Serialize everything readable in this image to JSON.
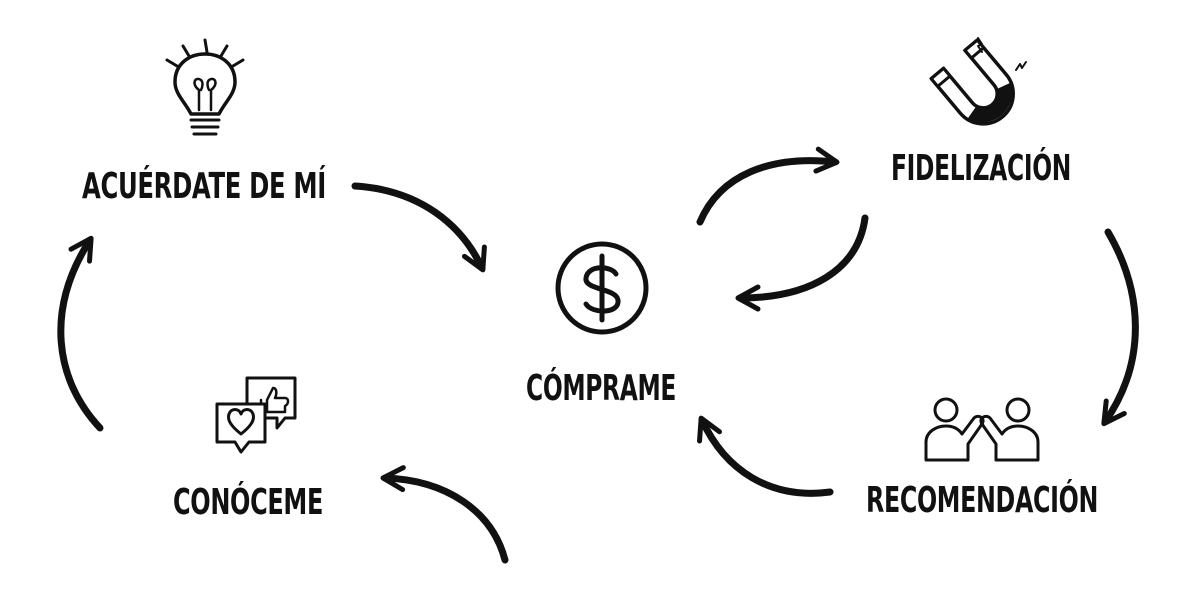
{
  "stages": [
    {
      "id": "remember",
      "label": "ACUÉRDATE DE MÍ",
      "icon": "lightbulb-icon"
    },
    {
      "id": "loyalty",
      "label": "FIDELIZACIÓN",
      "icon": "magnet-icon"
    },
    {
      "id": "buy",
      "label": "CÓMPRAME",
      "icon": "dollar-coin-icon"
    },
    {
      "id": "recommend",
      "label": "RECOMENDACIÓN",
      "icon": "people-chatting-icon"
    },
    {
      "id": "know",
      "label": "CONÓCEME",
      "icon": "social-reactions-icon"
    }
  ],
  "colors": {
    "ink": "#111111",
    "background": "#ffffff"
  }
}
